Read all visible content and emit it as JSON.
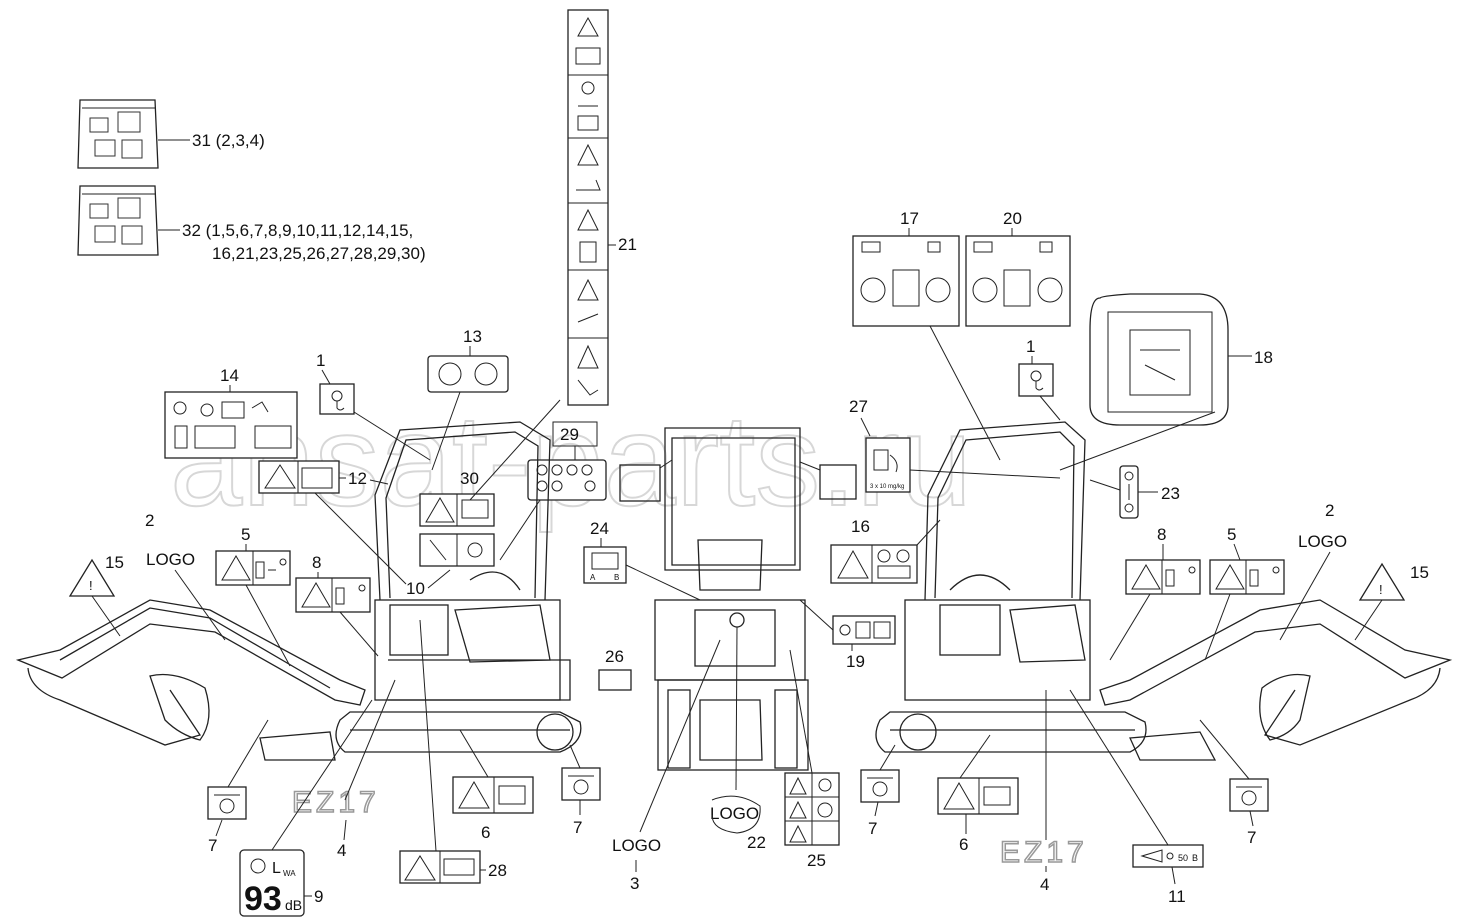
{
  "watermark": "ansat-parts.ru",
  "kit_labels": {
    "k31": "31 (2,3,4)",
    "k32_line1": "32 (1,5,6,7,8,9,10,11,12,14,15,",
    "k32_line2": "16,21,23,25,26,27,28,29,30)"
  },
  "callouts": {
    "n1a": "1",
    "n1b": "1",
    "n2a": "2",
    "n2b": "2",
    "n3": "3",
    "n4a": "4",
    "n4b": "4",
    "n5a": "5",
    "n5b": "5",
    "n6a": "6",
    "n6b": "6",
    "n7a": "7",
    "n7b": "7",
    "n7c": "7",
    "n7d": "7",
    "n8a": "8",
    "n8b": "8",
    "n9": "9",
    "n10": "10",
    "n11": "11",
    "n12": "12",
    "n13": "13",
    "n14": "14",
    "n15a": "15",
    "n15b": "15",
    "n16": "16",
    "n17": "17",
    "n18": "18",
    "n19": "19",
    "n20": "20",
    "n21": "21",
    "n22": "22",
    "n23": "23",
    "n24": "24",
    "n25": "25",
    "n26": "26",
    "n27": "27",
    "n28": "28",
    "n29": "29",
    "n30": "30"
  },
  "logo_text": {
    "l2a": "LOGO",
    "l2b": "LOGO",
    "l3": "LOGO",
    "l22": "LOGO"
  },
  "model_text": {
    "ez_left": "EZ17",
    "ez_right": "EZ17"
  },
  "noise_decal": {
    "unit": "L",
    "unit_sub": "WA",
    "value": "93",
    "value_unit": "dB"
  },
  "fuel_decal_text": "3 x 10 mg/kg",
  "decal_11_text": "50",
  "decal_b_text": "B",
  "decal_a_text": "A"
}
